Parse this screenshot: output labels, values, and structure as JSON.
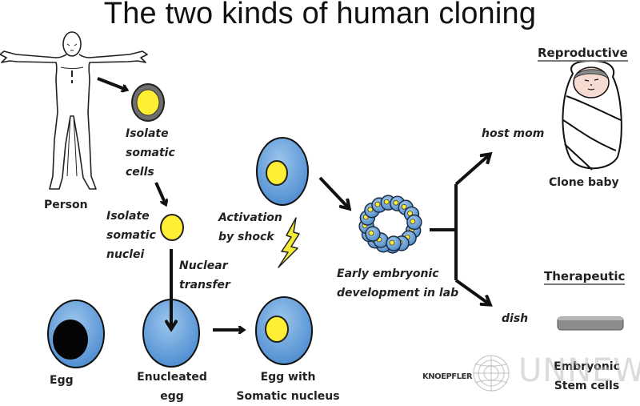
{
  "title": "The two kinds of human cloning",
  "labels": {
    "person": "Person",
    "isolate_cells": [
      "Isolate",
      "somatic",
      "cells"
    ],
    "isolate_nuclei": [
      "Isolate",
      "somatic",
      "nuclei"
    ],
    "nuclear_transfer": [
      "Nuclear",
      "transfer"
    ],
    "activation": [
      "Activation",
      "by shock"
    ],
    "early_development": [
      "Early embryonic",
      "development in lab"
    ],
    "host_mom": "host mom",
    "dish": "dish",
    "egg": "Egg",
    "enucleated_egg": [
      "Enucleated",
      "egg"
    ],
    "egg_with_nucleus": [
      "Egg with",
      "Somatic nucleus"
    ],
    "clone_baby": "Clone baby",
    "stem_cells": [
      "Embryonic",
      "Stem cells"
    ]
  },
  "headings": {
    "reproductive": "Reproductive",
    "therapeutic": "Therapeutic"
  },
  "credit": "KNOEPFLER",
  "watermark": "UNNEWS",
  "colors": {
    "cell_blue": "#5b9bd5",
    "cell_blue_light": "#8fbde8",
    "nucleus_yellow": "#ffee33",
    "outline": "#1a2a44",
    "arrow": "#111111",
    "bolt_yellow": "#f4ea3a",
    "skin": "#f6dcd0",
    "hair": "#8a8a8a",
    "dish_gray": "#8c8c8c"
  }
}
